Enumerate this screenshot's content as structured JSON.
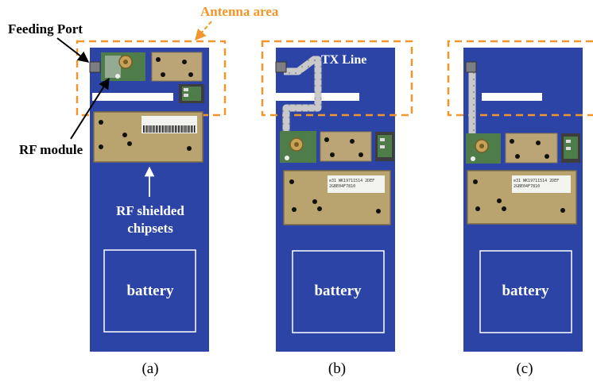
{
  "labels": {
    "antenna_area": "Antenna area",
    "feeding_port": "Feeding Port",
    "rf_module": "RF module",
    "rf_shielded_line1": "RF shielded",
    "rf_shielded_line2": "chipsets",
    "tx_line": "TX Line"
  },
  "panels": [
    {
      "caption": "(a)",
      "battery": "battery"
    },
    {
      "caption": "(b)",
      "battery": "battery"
    },
    {
      "caption": "(c)",
      "battery": "battery"
    }
  ],
  "chip_text": {
    "line1": "e31 WK19711514  2DEF",
    "line2": "2GBE04F7810"
  },
  "colors": {
    "board": "#2b44a6",
    "antenna_dash": "#f0962a",
    "antenna_label": "#f0962a",
    "tx_line": "#c9c9c9",
    "rf_module_green": "#4f7d4a",
    "shield_gold": "#b9a36e",
    "text_on_board": "#ffffff"
  }
}
